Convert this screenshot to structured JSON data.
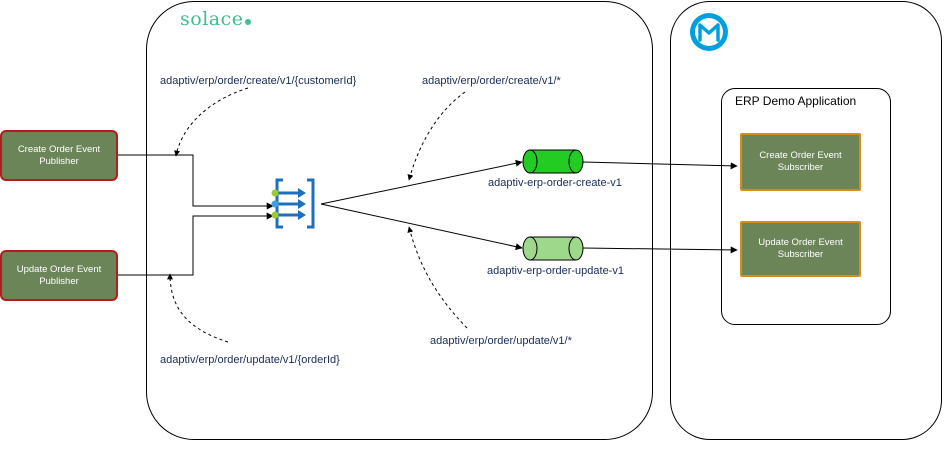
{
  "solace": {
    "logo_text": "solace"
  },
  "erp": {
    "title": "ERP Demo Application"
  },
  "publishers": [
    {
      "label": "Create Order Event Publisher"
    },
    {
      "label": "Update Order Event Publisher"
    }
  ],
  "subscribers": [
    {
      "label": "Create Order Event Subscriber"
    },
    {
      "label": "Update Order Event Subscriber"
    }
  ],
  "topics": {
    "publish_create": "adaptiv/erp/order/create/v1/{customerId}",
    "publish_update": "adaptiv/erp/order/update/v1/{orderId}",
    "subscribe_create": "adaptiv/erp/order/create/v1/*",
    "subscribe_update": "adaptiv/erp/order/update/v1/*"
  },
  "queues": {
    "create": {
      "name": "adaptiv-erp-order-create-v1",
      "color": "#22cc22"
    },
    "update": {
      "name": "adaptiv-erp-order-update-v1",
      "color": "#9ed88a"
    }
  },
  "icons": {
    "broker": "event-broker-icon",
    "mulesoft": "mulesoft-logo-icon"
  },
  "colors": {
    "node_fill": "#6b8559",
    "publisher_border": "#b71c1c",
    "subscriber_border": "#d48f1a",
    "text_blue": "#1a2c5a"
  }
}
